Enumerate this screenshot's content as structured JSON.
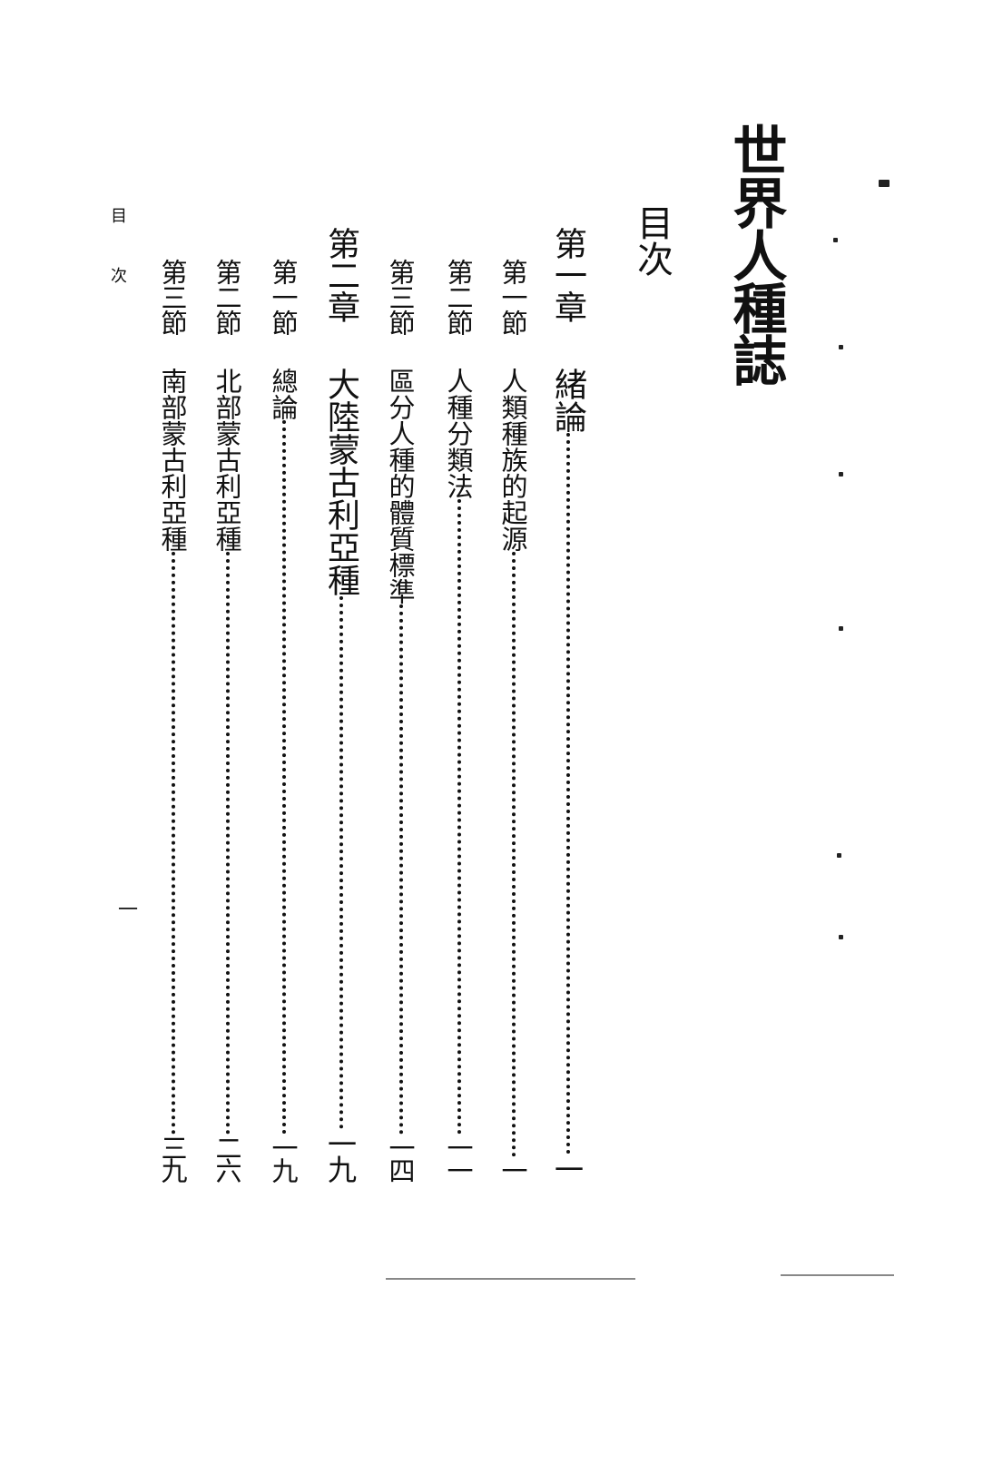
{
  "book_title": "世界人種誌",
  "toc_heading": "目次",
  "margin_label": "目次",
  "folio": "一",
  "entries": [
    {
      "label": "第一章",
      "title": "緒論",
      "page": "一",
      "level": "chapter"
    },
    {
      "label": "第一節",
      "title": "人類種族的起源",
      "page": "一",
      "level": "section"
    },
    {
      "label": "第二節",
      "title": "人種分類法",
      "page": "一一",
      "level": "section"
    },
    {
      "label": "第三節",
      "title": "區分人種的體質標準",
      "page": "一四",
      "level": "section"
    },
    {
      "label": "第二章",
      "title": "大陸蒙古利亞種",
      "page": "一九",
      "level": "chapter"
    },
    {
      "label": "第一節",
      "title": "總論",
      "page": "一九",
      "level": "section"
    },
    {
      "label": "第二節",
      "title": "北部蒙古利亞種",
      "page": "二六",
      "level": "section"
    },
    {
      "label": "第三節",
      "title": "南部蒙古利亞種",
      "page": "三九",
      "level": "section"
    }
  ]
}
